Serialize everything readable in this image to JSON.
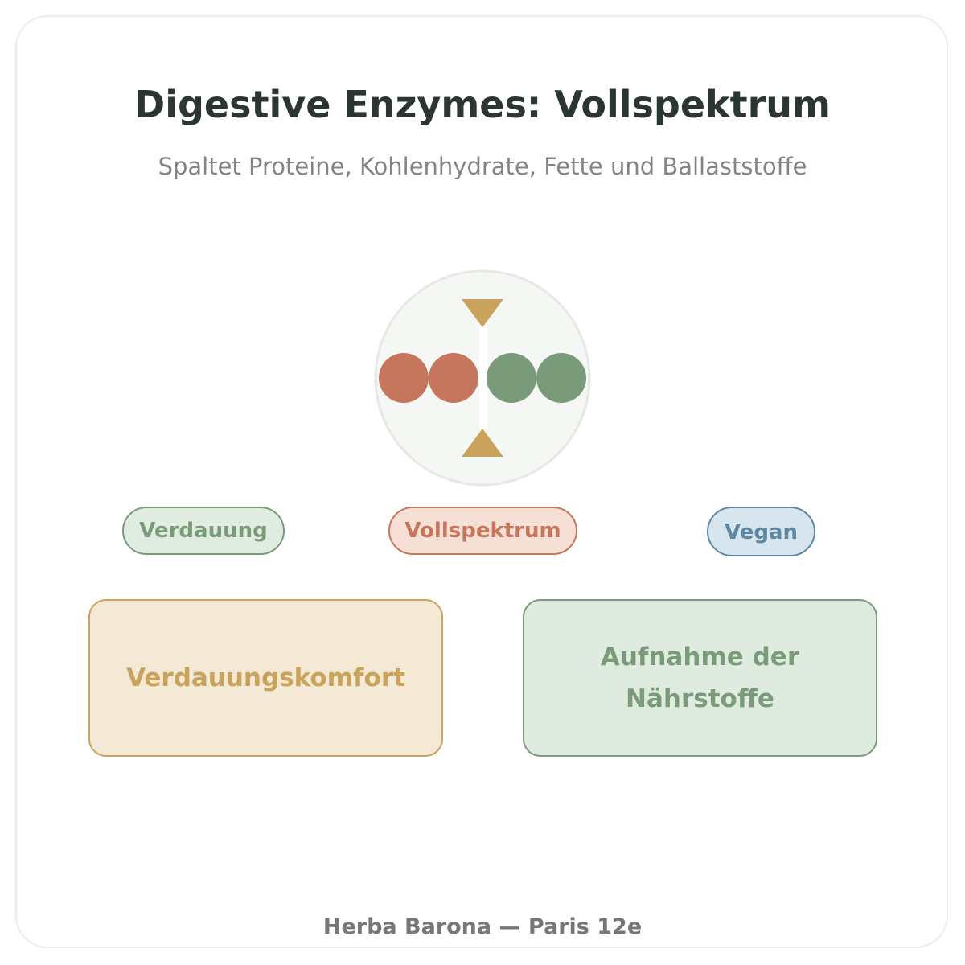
{
  "header": {
    "title": "Digestive Enzymes: Vollspektrum",
    "subtitle": "Spaltet Proteine, Kohlenhydrate, Fette und Ballaststoffe"
  },
  "emblem": {
    "icon": "enzyme-split-icon",
    "colors": {
      "circle_fill": "#f5f7f4",
      "circle_stroke": "#e6e9e4",
      "left_beads": "#c5765c",
      "right_beads": "#7a9b7a",
      "arrows": "#c9a25c"
    }
  },
  "tags": [
    {
      "label": "Verdauung",
      "color": "#7a9b7a"
    },
    {
      "label": "Vollspektrum",
      "color": "#c5765c"
    },
    {
      "label": "Vegan",
      "color": "#5f87a3"
    }
  ],
  "benefits": [
    {
      "label": "Verdauungskomfort",
      "color": "#c9a25c"
    },
    {
      "label": "Aufnahme der Nährstoffe",
      "color": "#7a9b7a"
    }
  ],
  "footer": {
    "text": "Herba Barona — Paris 12e"
  }
}
